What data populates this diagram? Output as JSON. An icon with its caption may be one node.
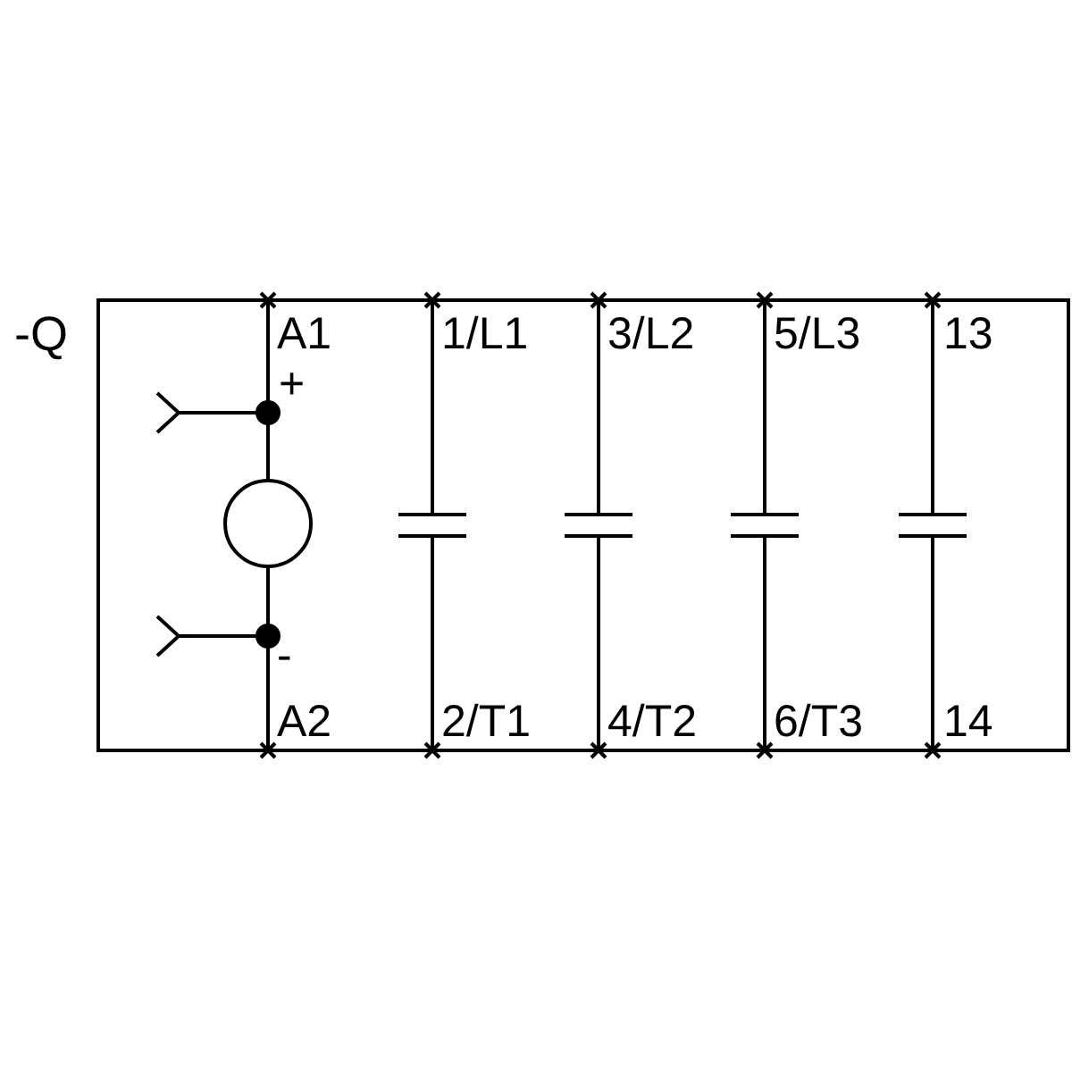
{
  "diagram": {
    "labels": [
      "-Q",
      "A1",
      "1/L1",
      "3/L2",
      "5/L3",
      "13",
      "+",
      "-",
      "A2",
      "2/T1",
      "4/T2",
      "6/T3",
      "14"
    ]
  }
}
